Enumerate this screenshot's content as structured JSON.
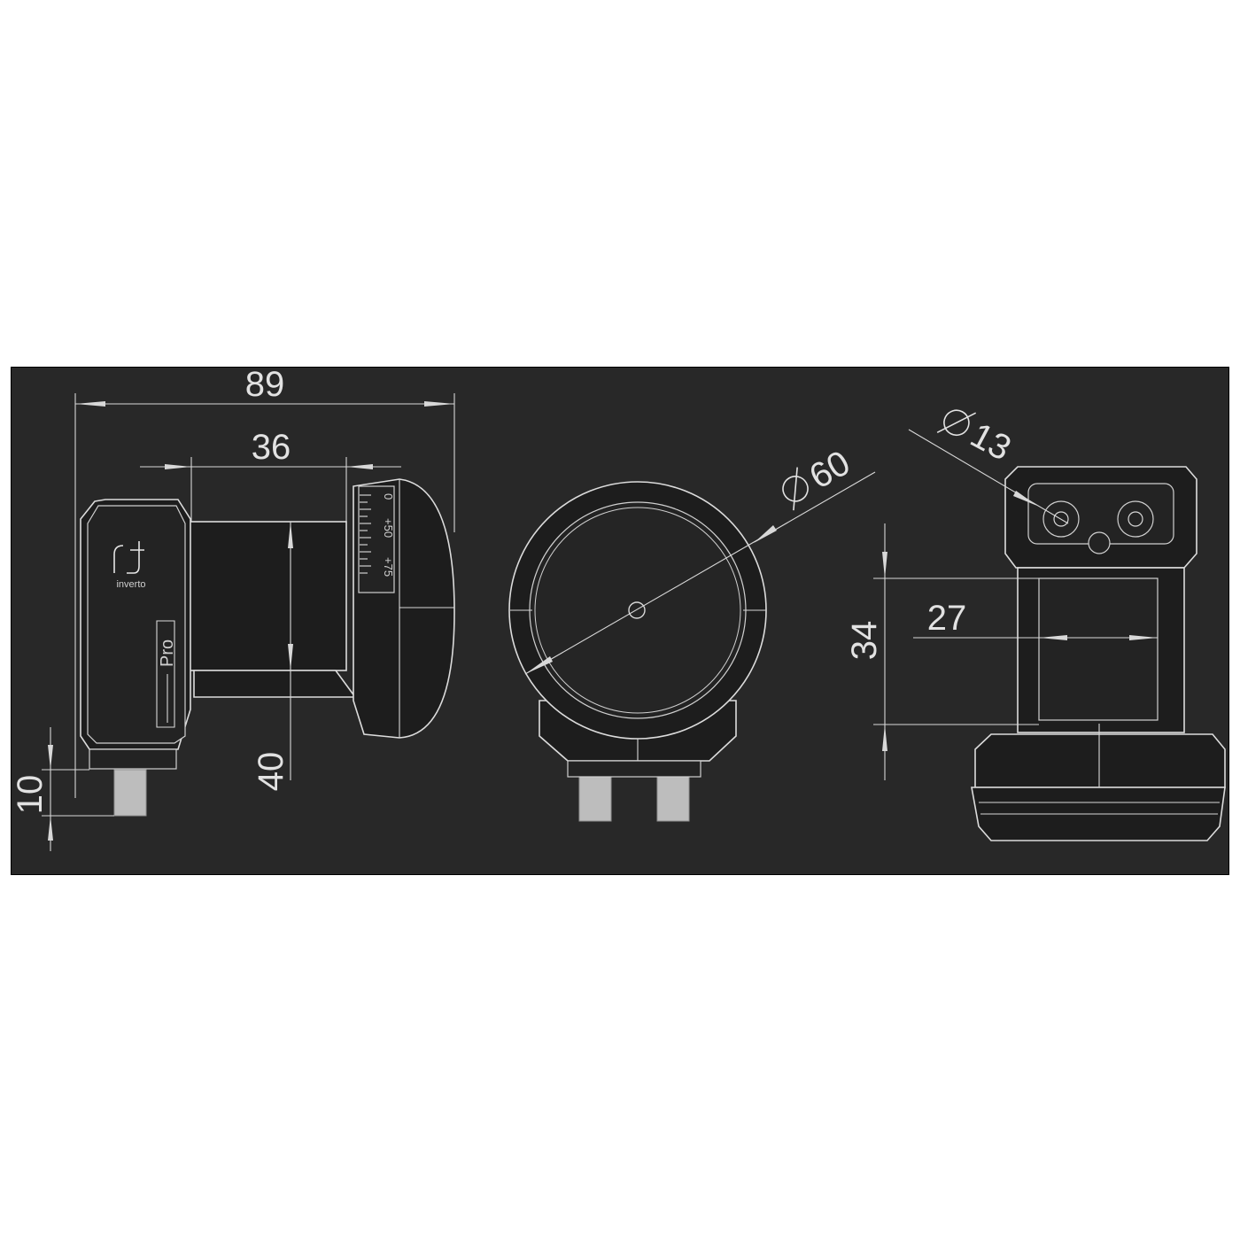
{
  "dimensions": {
    "overall_length": "89",
    "feed_length": "36",
    "diameter_label": "60",
    "output_diameter_label": "13",
    "height_34": "34",
    "width_27": "27",
    "body_height_40": "40",
    "connector_10": "10"
  },
  "product_marks": {
    "brand": "inverto",
    "series": "Pro"
  },
  "dial_marks": [
    "0",
    "+50",
    "+75"
  ],
  "colors": {
    "page_background": "#ffffff",
    "drawing_background": "#282828",
    "line_color": "#d8d8d8",
    "connector_color": "#bdbdbd"
  }
}
